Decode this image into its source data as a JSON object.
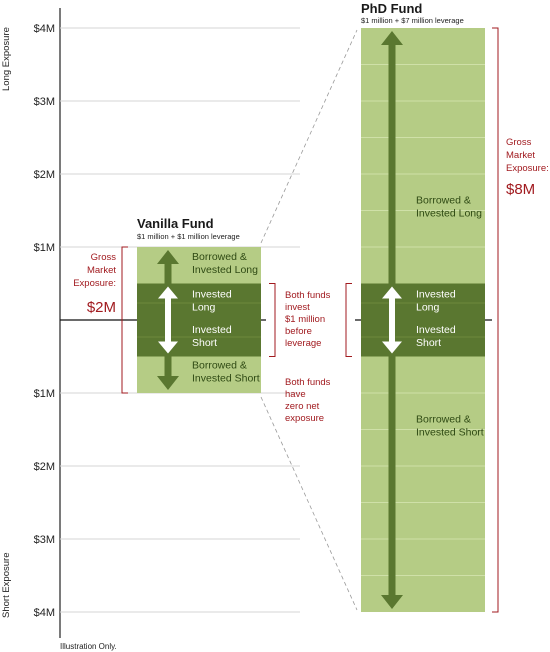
{
  "chart_data": {
    "type": "bar",
    "axis": {
      "top_label": "Long Exposure",
      "bottom_label": "Short Exposure",
      "ticks_long": [
        "$4M",
        "$3M",
        "$2M",
        "$1M"
      ],
      "ticks_short": [
        "$1M",
        "$2M",
        "$3M",
        "$4M"
      ],
      "range_millions": [
        -4,
        4
      ]
    },
    "funds": [
      {
        "name": "Vanilla Fund",
        "subtitle": "$1 million + $1 million leverage",
        "long_millions": 1,
        "short_millions": 1,
        "invested_long_millions": 0.5,
        "invested_short_millions": 0.5,
        "segments": {
          "borrowed_long": [
            "Borrowed &",
            "Invested Long"
          ],
          "invested_long": [
            "Invested",
            "Long"
          ],
          "invested_short": [
            "Invested",
            "Short"
          ],
          "borrowed_short": [
            "Borrowed &",
            "Invested Short"
          ]
        },
        "gross": {
          "label_lines": [
            "Gross",
            "Market",
            "Exposure:"
          ],
          "value": "$2M"
        }
      },
      {
        "name": "PhD Fund",
        "subtitle": "$1 million + $7 million leverage",
        "long_millions": 4,
        "short_millions": 4,
        "invested_long_millions": 0.5,
        "invested_short_millions": 0.5,
        "segments": {
          "borrowed_long": [
            "Borrowed &",
            "Invested Long"
          ],
          "invested_long": [
            "Invested",
            "Long"
          ],
          "invested_short": [
            "Invested",
            "Short"
          ],
          "borrowed_short": [
            "Borrowed &",
            "Invested Short"
          ]
        },
        "gross": {
          "label_lines": [
            "Gross",
            "Market",
            "Exposure:"
          ],
          "value": "$8M"
        }
      }
    ],
    "annotations": {
      "both_invest": [
        "Both funds",
        "invest",
        "$1 million",
        "before",
        "leverage"
      ],
      "zero_net": [
        "Both funds",
        "have",
        "zero net",
        "exposure"
      ]
    },
    "footnote": "Illustration Only.",
    "colors": {
      "light_green": "#b5cc85",
      "dark_green": "#5a7730",
      "arrow": "#5a7730",
      "accent_red": "#a11a1f"
    }
  }
}
